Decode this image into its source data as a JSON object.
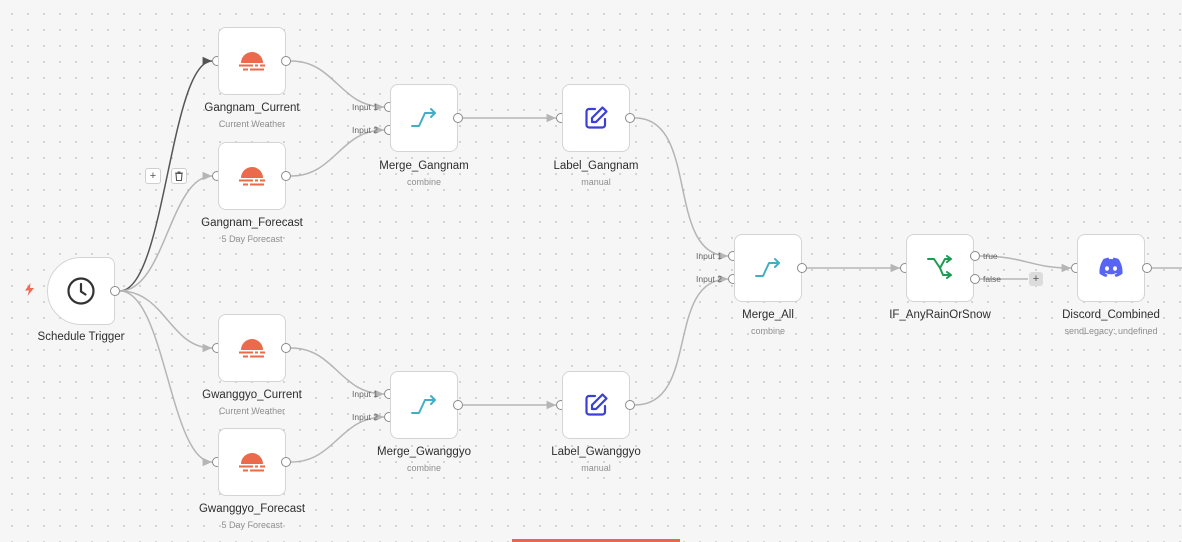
{
  "canvas": {
    "nodes": {
      "trigger": {
        "title": "Schedule Trigger"
      },
      "gangnam_current": {
        "title": "Gangnam_Current",
        "subtitle": "Current Weather"
      },
      "gangnam_forecast": {
        "title": "Gangnam_Forecast",
        "subtitle": "5 Day Forecast"
      },
      "gwanggyo_current": {
        "title": "Gwanggyo_Current",
        "subtitle": "Current Weather"
      },
      "gwanggyo_forecast": {
        "title": "Gwanggyo_Forecast",
        "subtitle": "5 Day Forecast"
      },
      "merge_gangnam": {
        "title": "Merge_Gangnam",
        "subtitle": "combine",
        "input1": "Input 1",
        "input2": "Input 2"
      },
      "merge_gwanggyo": {
        "title": "Merge_Gwanggyo",
        "subtitle": "combine",
        "input1": "Input 1",
        "input2": "Input 2"
      },
      "label_gangnam": {
        "title": "Label_Gangnam",
        "subtitle": "manual"
      },
      "label_gwanggyo": {
        "title": "Label_Gwanggyo",
        "subtitle": "manual"
      },
      "merge_all": {
        "title": "Merge_All",
        "subtitle": "combine",
        "input1": "Input 1",
        "input2": "Input 2"
      },
      "if_node": {
        "title": "IF_AnyRainOrSnow",
        "true_label": "true",
        "false_label": "false"
      },
      "discord": {
        "title": "Discord_Combined",
        "subtitle": "sendLegacy: undefined"
      }
    },
    "edge_toolbar": {
      "add_label": "+",
      "delete_label": "🗑"
    },
    "false_branch_add": "+",
    "icons": {
      "trigger": "clock-icon",
      "weather": "weather-sun-fog-icon",
      "merge": "merge-arrow-icon",
      "label": "edit-pencil-icon",
      "if": "if-branch-icon",
      "discord": "discord-icon",
      "bolt": "lightning-bolt-icon"
    },
    "colors": {
      "weather": "#ea6a4b",
      "merge": "#42aec4",
      "label": "#3b3fd6",
      "if": "#1f9a51",
      "discord": "#5865f2",
      "edge": "#b5b5b5",
      "edge_selected": "#555555"
    }
  }
}
